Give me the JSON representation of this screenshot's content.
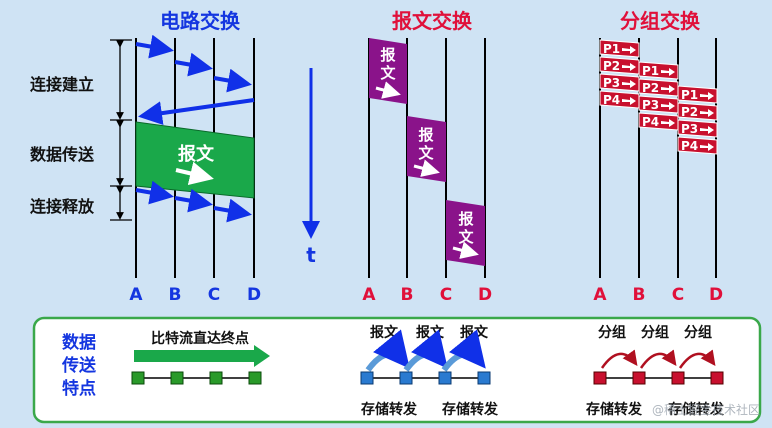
{
  "titles": {
    "circuit": "电路交换",
    "message": "报文交换",
    "packet": "分组交换"
  },
  "phases": {
    "setup": "连接建立",
    "transfer": "数据传送",
    "release": "连接释放"
  },
  "nodes": [
    "A",
    "B",
    "C",
    "D"
  ],
  "time_axis": "t",
  "message_label": "报文",
  "packets": [
    "P1",
    "P2",
    "P3",
    "P4"
  ],
  "bottom": {
    "title": "数据传送特点",
    "circuit_caption": "比特流直达终点",
    "message_label": "报文",
    "packet_label": "分组",
    "store_forward": "存储转发"
  },
  "watermark": "@稀土掘金技术社区",
  "colors": {
    "title": "#e0103a",
    "title_blue": "#1436e0",
    "node_label_blue": "#1436e0",
    "node_label_red": "#e0103a",
    "arrow_blue": "#1030e8",
    "circuit_green": "#1aa84a",
    "message_purple": "#8a138a",
    "packet_red": "#c8102e",
    "panel_border": "#3aa84a"
  }
}
